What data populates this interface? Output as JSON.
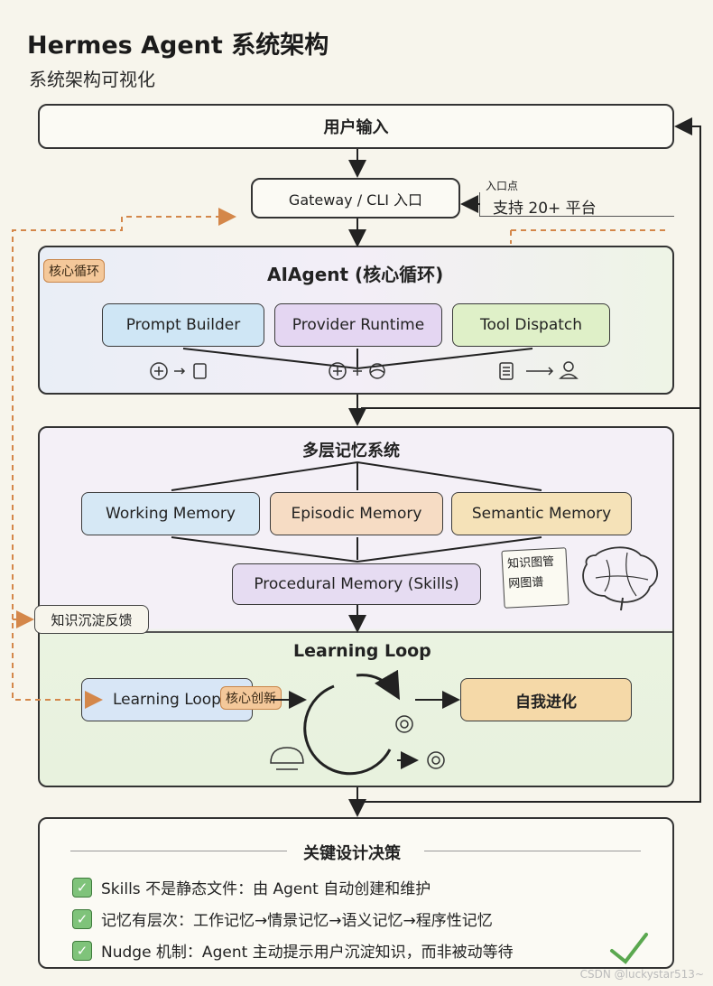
{
  "title": "Hermes Agent 系统架构",
  "subtitle": "系统架构可视化",
  "user_input": "用户输入",
  "gateway": {
    "label": "Gateway / CLI 入口",
    "note_small": "入口点",
    "note": "支持 20+ 平台"
  },
  "aiagent": {
    "tag": "核心循环",
    "title": "AIAgent (核心循环)",
    "nodes": [
      "Prompt Builder",
      "Provider Runtime",
      "Tool Dispatch"
    ]
  },
  "memory": {
    "title": "多层记忆系统",
    "nodes": [
      "Working Memory",
      "Episodic Memory",
      "Semantic Memory"
    ],
    "procedural": "Procedural Memory (Skills)",
    "note_line1": "知识图管",
    "note_line2": "网图谱",
    "feedback_label": "知识沉淀反馈"
  },
  "learning": {
    "title": "Learning Loop",
    "node": "Learning Loop",
    "tag": "核心创新",
    "result": "自我进化"
  },
  "decisions": {
    "title": "关键设计决策",
    "items": [
      "Skills 不是静态文件：由 Agent 自动创建和维护",
      "记忆有层次：工作记忆→情景记忆→语义记忆→程序性记忆",
      "Nudge 机制：Agent 主动提示用户沉淀知识，而非被动等待"
    ]
  },
  "watermark": "CSDN @luckystar513~",
  "colors": {
    "prompt_builder": "#cfe6f5",
    "provider_runtime": "#e4d6f2",
    "tool_dispatch": "#dff0c8",
    "working_memory": "#d6e8f5",
    "episodic_memory": "#f6dcc4",
    "semantic_memory": "#f5e2b8",
    "procedural_memory": "#e6dcf2",
    "learning_loop_node": "#d8e6f6",
    "self_evolution": "#f5d9a8",
    "feedback_arrow": "#d4874a"
  }
}
